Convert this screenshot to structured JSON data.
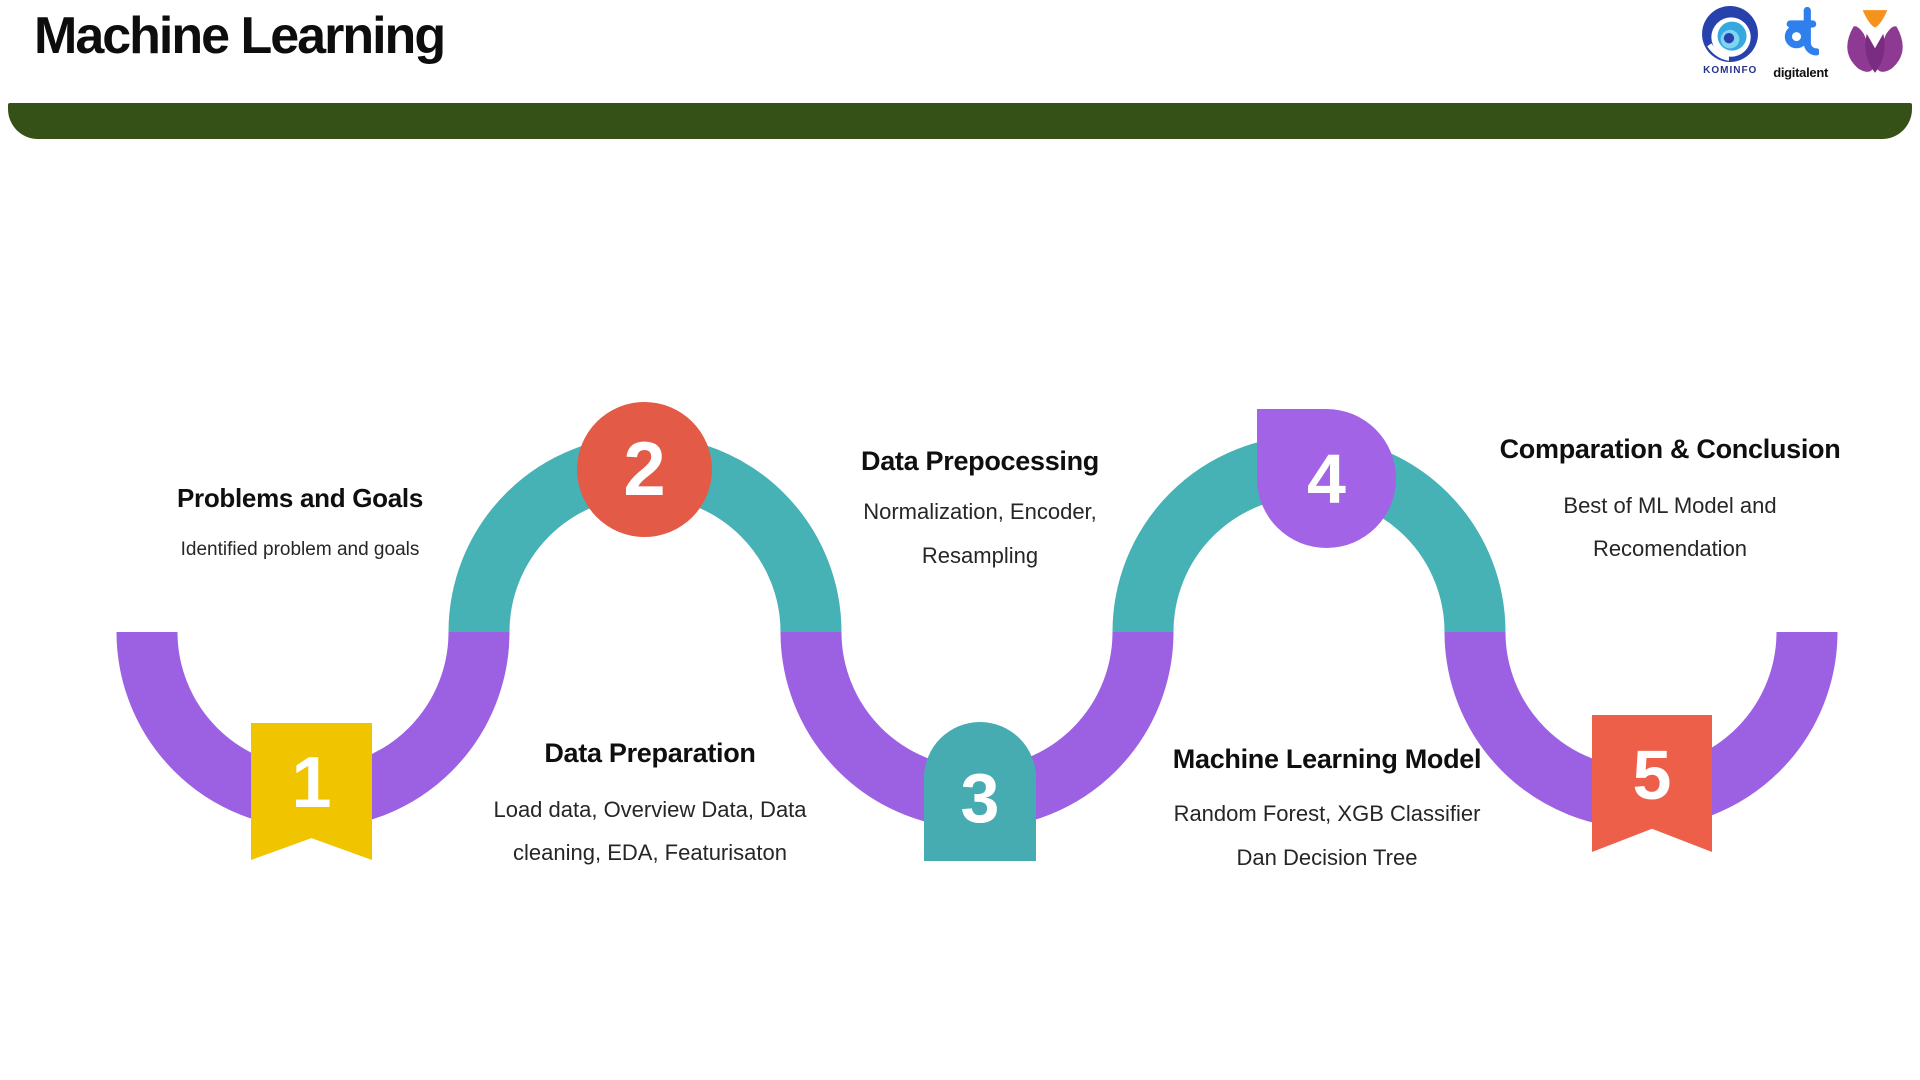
{
  "header": {
    "title": "Machine Learning"
  },
  "logos": {
    "kominfo": "KOMINFO",
    "digitalent": "digitalent"
  },
  "theme": {
    "bar_green": "#365117",
    "wave_purple": "#9C60E2",
    "wave_teal": "#46B2B6",
    "marker_yellow": "#F1C400",
    "marker_coral": "#E35B47",
    "marker_teal": "#47ACB1",
    "marker_purple": "#A263E6",
    "marker_orange": "#EE5F4A",
    "number_white": "#FFFFFF"
  },
  "steps": [
    {
      "number": "1",
      "title": "Problems and Goals",
      "lines": [
        "Identified problem and goals"
      ]
    },
    {
      "number": "2",
      "title": "Data Preparation",
      "lines": [
        "Load data, Overview Data, Data",
        "cleaning, EDA, Featurisaton"
      ]
    },
    {
      "number": "3",
      "title": "Data Prepocessing",
      "lines": [
        "Normalization, Encoder,",
        "Resampling"
      ]
    },
    {
      "number": "4",
      "title": "Machine Learning Model",
      "lines": [
        "Random Forest, XGB Classifier",
        "Dan Decision Tree"
      ]
    },
    {
      "number": "5",
      "title": "Comparation & Conclusion",
      "lines": [
        "Best of ML Model and",
        "Recomendation"
      ]
    }
  ]
}
